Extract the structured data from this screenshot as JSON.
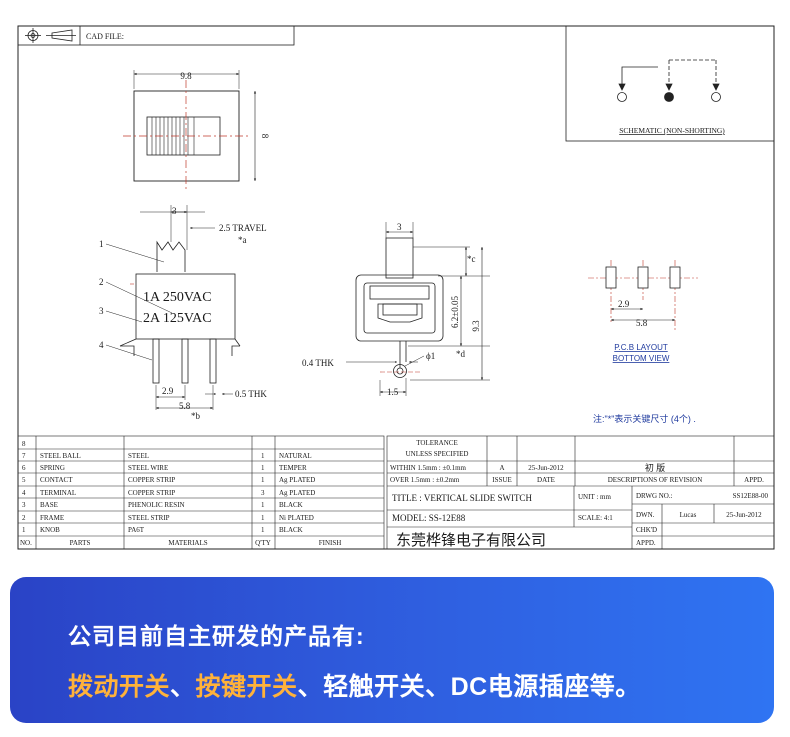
{
  "drawing": {
    "cad_label": "CAD FILE:",
    "schematic_caption": "SCHEMATIC (NON-SHORTING)",
    "top_view": {
      "width": "9.8",
      "height": "8"
    },
    "side_view": {
      "dim_a": "3",
      "travel": "2.5 TRAVEL",
      "mark_a": "*a",
      "rating1": "1A 250VAC",
      "rating2": "2A 125VAC",
      "pitch": "2.9",
      "span": "5.8",
      "mark_b": "*b",
      "thk": "0.5 THK",
      "callouts": [
        "1",
        "2",
        "3",
        "4"
      ]
    },
    "front_view": {
      "dim_top": "3",
      "mark_c": "*c",
      "dim_height": "6.2±0.05",
      "dim_total": "9.3",
      "thk": "0.4 THK",
      "hole": "ϕ1",
      "mark_d": "*d",
      "dim_bottom": "1.5"
    },
    "pcb": {
      "pitch": "2.9",
      "span": "5.8",
      "title1": "P.C.B LAYOUT",
      "title2": "BOTTOM VIEW"
    },
    "note": "注:\"*\"表示关键尺寸 (4个) .",
    "parts": {
      "header": [
        "NO.",
        "PARTS",
        "MATERIALS",
        "Q'TY",
        "FINISH"
      ],
      "rows": [
        [
          "8",
          "",
          "",
          "",
          ""
        ],
        [
          "7",
          "STEEL BALL",
          "STEEL",
          "1",
          "NATURAL"
        ],
        [
          "6",
          "SPRING",
          "STEEL WIRE",
          "1",
          "TEMPER"
        ],
        [
          "5",
          "CONTACT",
          "COPPER STRIP",
          "1",
          "Ag PLATED"
        ],
        [
          "4",
          "TERMINAL",
          "COPPER STRIP",
          "3",
          "Ag PLATED"
        ],
        [
          "3",
          "BASE",
          "PHENOLIC RESIN",
          "1",
          "BLACK"
        ],
        [
          "2",
          "FRAME",
          "STEEL STRIP",
          "1",
          "Ni PLATED"
        ],
        [
          "1",
          "KNOB",
          "PA6T",
          "1",
          "BLACK"
        ]
      ]
    },
    "title_block": {
      "tolerance": "TOLERANCE",
      "unless": "UNLESS SPECIFIED",
      "within": "WITHIN 1.5mm : ±0.1mm",
      "over": "OVER 1.5mm : ±0.2mm",
      "rev_letter": "A",
      "rev_date": "25-Jun-2012",
      "issue": "ISSUE",
      "date": "DATE",
      "first_edition": "初 版",
      "desc_rev": "DESCRIPTIONS OF REVISION",
      "appd": "APPD.",
      "title": "TITLE : VERTICAL SLIDE SWITCH",
      "unit": "UNIT : mm",
      "drwg_no_label": "DRWG NO.:",
      "drwg_no": "SS12E88-00",
      "model": "MODEL: SS-12E88",
      "scale": "SCALE: 4:1",
      "dwn": "DWN.",
      "dwn_name": "Lucas",
      "dwn_date": "25-Jun-2012",
      "chkd": "CHK'D",
      "appd2": "APPD.",
      "company": "东莞桦锋电子有限公司"
    }
  },
  "banner": {
    "heading": "公司目前自主研发的产品有:",
    "items": [
      "拨动开关",
      "按键开关",
      "轻触开关",
      "DC电源插座等"
    ],
    "sep": "、",
    "end": "。"
  }
}
